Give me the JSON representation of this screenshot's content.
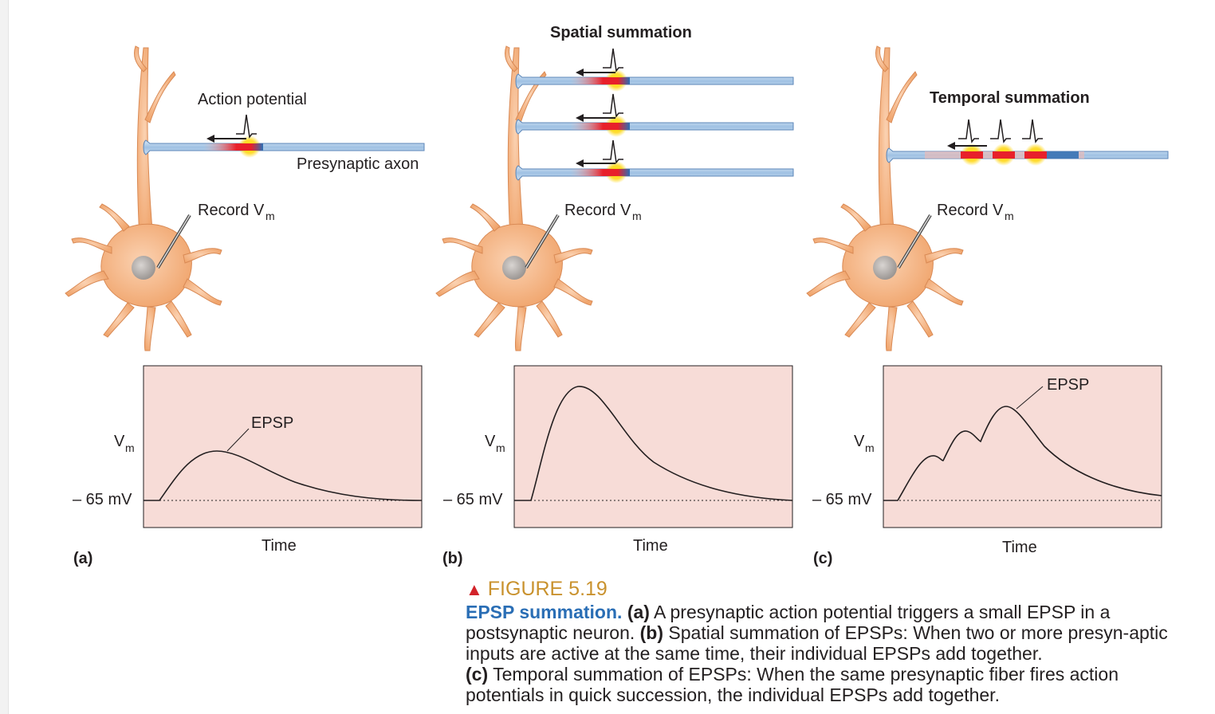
{
  "figure": {
    "number_label": "FIGURE 5.19",
    "title": "EPSP summation.",
    "caption": [
      {
        "tag": "(a)",
        "text": " A presynaptic action potential triggers a small EPSP in a postsynaptic neuron. "
      },
      {
        "tag": "(b)",
        "text": " Spatial summation of EPSPs: When two or more presyn-aptic inputs are active at the same time, their individual EPSPs add together."
      },
      {
        "tag": "(c)",
        "text": " Temporal summation of EPSPs: When the same presynaptic fiber fires action potentials in quick succession, the individual EPSPs add together."
      }
    ]
  },
  "panels": {
    "a": {
      "letter": "(a)",
      "action_potential": "Action potential",
      "axon_label": "Presynaptic axon",
      "record": "Record V",
      "record_sub": "m",
      "ylabel": "V",
      "ylabel_sub": "m",
      "baseline": "– 65 mV",
      "xlabel": "Time",
      "curve_label": "EPSP"
    },
    "b": {
      "letter": "(b)",
      "title": "Spatial summation",
      "record": "Record V",
      "record_sub": "m",
      "ylabel": "V",
      "ylabel_sub": "m",
      "baseline": "– 65 mV",
      "xlabel": "Time"
    },
    "c": {
      "letter": "(c)",
      "title": "Temporal summation",
      "record": "Record V",
      "record_sub": "m",
      "ylabel": "V",
      "ylabel_sub": "m",
      "baseline": "– 65 mV",
      "xlabel": "Time",
      "curve_label": "EPSP"
    }
  },
  "colors": {
    "graph_bg": "#f7dcd7",
    "neuron_fill": "#f4b184",
    "nucleus": "#b5b0ad",
    "axon": "#a9c8e6",
    "ap_glow": "#ffd400",
    "ap_core": "#e8202a",
    "figure_label": "#c9922e",
    "title_blue": "#2a6eb5",
    "triangle": "#d2232a"
  }
}
